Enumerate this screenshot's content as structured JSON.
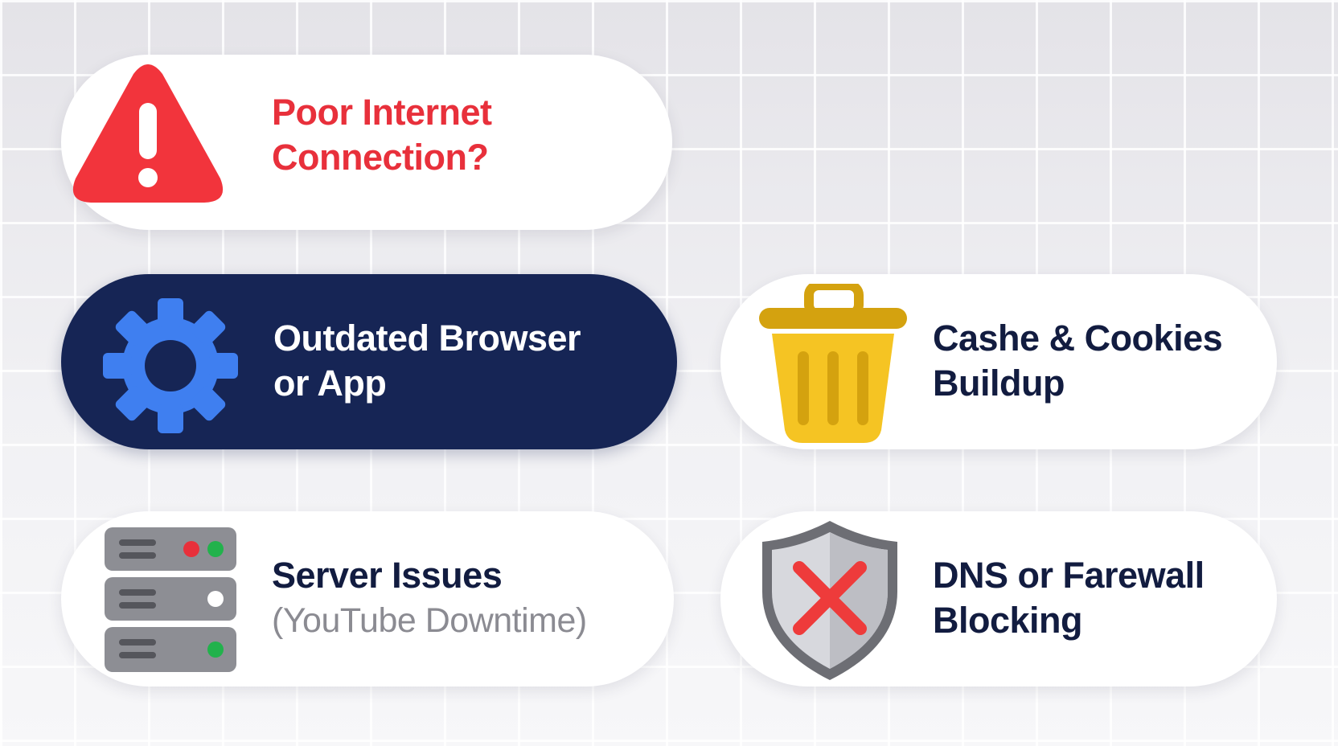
{
  "items": {
    "poor_connection": {
      "line1": "Poor Internet",
      "line2": "Connection?",
      "icon": "warning-triangle-icon",
      "text_color": "#e8303b",
      "icon_color": "#f2343c"
    },
    "outdated_browser": {
      "line1": "Outdated Browser",
      "line2": "or App",
      "icon": "gear-icon",
      "text_color": "#ffffff",
      "background": "#162555",
      "icon_color": "#3f7ff0"
    },
    "cache_cookies": {
      "line1": "Cashe & Cookies",
      "line2": "Buildup",
      "icon": "trash-can-icon",
      "text_color": "#121c40",
      "icon_color": "#f5c423"
    },
    "server_issues": {
      "line1": "Server Issues",
      "line2": "(YouTube Downtime)",
      "icon": "server-rack-icon",
      "text_color": "#121c40",
      "subtext_color": "#8b8b92",
      "icon_color": "#8d8e94"
    },
    "dns_firewall": {
      "line1": "DNS or Farewall",
      "line2": "Blocking",
      "icon": "shield-x-icon",
      "text_color": "#121c40",
      "icon_color": "#c9cacf",
      "accent": "#ee3b3b"
    }
  }
}
